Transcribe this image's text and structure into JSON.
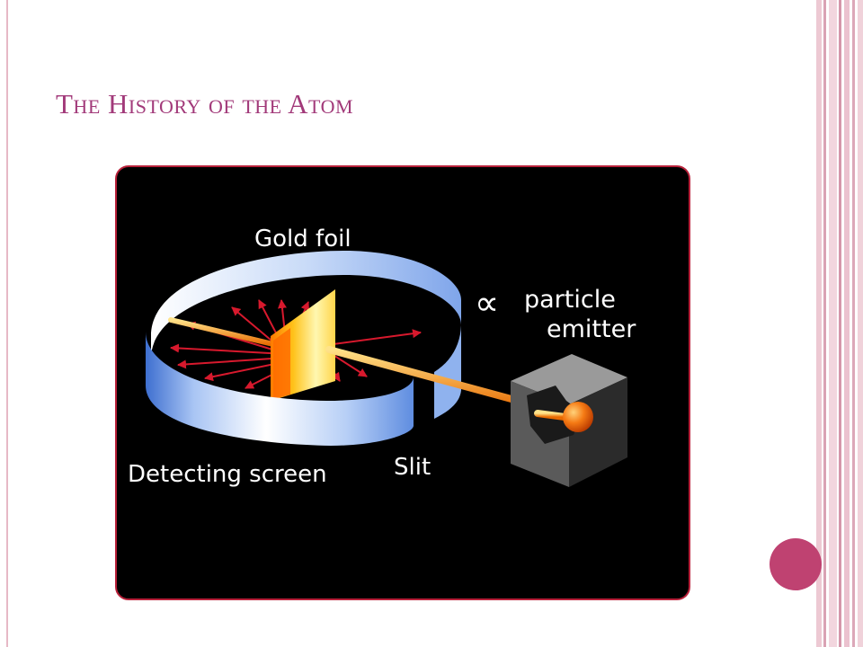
{
  "slide": {
    "title": "The History of the Atom"
  },
  "figure": {
    "labels": {
      "gold_foil": "Gold foil",
      "alpha_symbol": "∝",
      "particle": "particle",
      "emitter": "emitter",
      "slit": "Slit",
      "detecting_screen": "Detecting screen"
    }
  },
  "colors": {
    "title": "#a23a7a",
    "accent_dot": "#bf4271",
    "figure_border": "#b8213a",
    "scatter_arrows": "#d7192d",
    "beam": "#f5a21a"
  }
}
